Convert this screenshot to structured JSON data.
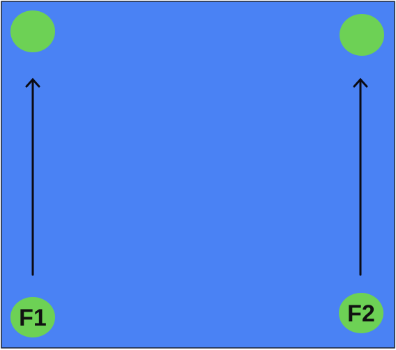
{
  "colors": {
    "background": "#4a82f4",
    "node": "#6dd155",
    "arrow": "#0b0b14",
    "text": "#111111"
  },
  "targets": [
    {
      "name": "target-circle-left"
    },
    {
      "name": "target-circle-right"
    }
  ],
  "starts": [
    {
      "label": "F1"
    },
    {
      "label": "F2"
    }
  ],
  "arrows": [
    {
      "from": "F1",
      "direction": "up"
    },
    {
      "from": "F2",
      "direction": "up"
    }
  ]
}
